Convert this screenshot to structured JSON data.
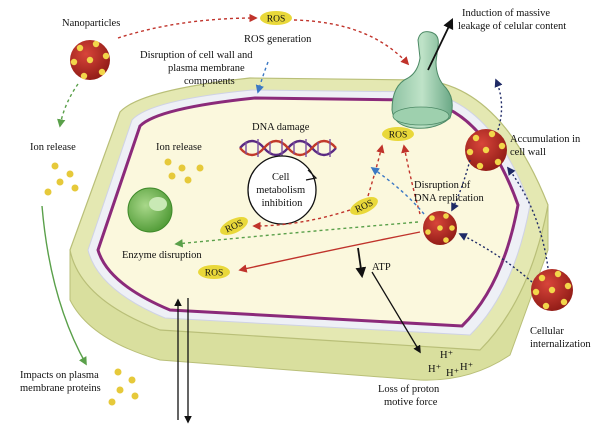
{
  "labels": {
    "nanoparticles": "Nanoparticles",
    "ros_generation": "ROS generation",
    "disruption_wall": [
      "Disruption of cell wall and",
      "plasma membrane",
      "components"
    ],
    "induction": [
      "Induction of massive",
      "leakage of celular content"
    ],
    "ion_release_left": "Ion release",
    "ion_release_inner": "Ion release",
    "dna_damage": "DNA damage",
    "cell_metabolism": [
      "Cell",
      "metabolism",
      "inhibition"
    ],
    "accumulation": [
      "Accumulation in",
      "cell wall"
    ],
    "disruption_dna": [
      "Disruption of",
      "DNA replication"
    ],
    "enzyme_disruption": "Enzyme disruption",
    "atp": "ATP",
    "h_ions": "H⁺ H⁺ H⁺ H⁺",
    "loss_proton": [
      "Loss of proton",
      "motive force"
    ],
    "cellular_internalization": [
      "Cellular",
      "internalization"
    ],
    "impacts": [
      "Impacts on plasma",
      "membrane proteins"
    ]
  },
  "ros_badge": "ROS",
  "colors": {
    "cell_outer": "#e4e8b2",
    "cell_wall_edge": "#c9cf88",
    "membrane": "#8b2a7a",
    "cytoplasm": "#fbf8dd",
    "nanoparticle": "#b7241d",
    "nanoparticle_dot": "#f2d64a",
    "ros_badge": "#e9d83a",
    "arrow_red": "#c0332b",
    "arrow_green": "#5aa04a",
    "arrow_blue": "#3b78c4",
    "arrow_navy": "#1f2a66"
  }
}
